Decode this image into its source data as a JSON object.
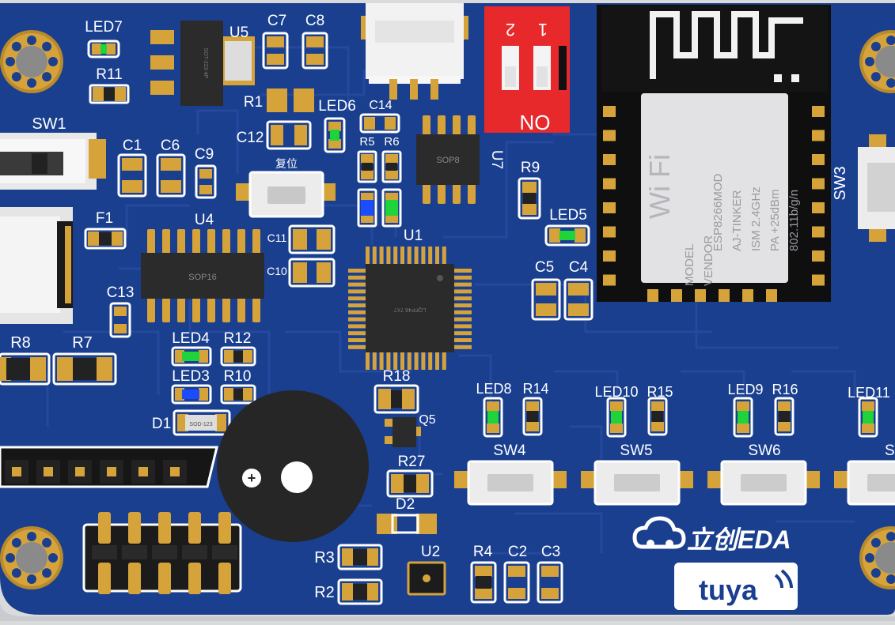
{
  "colors": {
    "board": "#1a3f8f",
    "board_dark": "#15337a",
    "trace": "#24499d",
    "silk": "#ffffff",
    "pad": "#d6a33a",
    "chip": "#2b2b2b",
    "dip_switch": "#e8292c",
    "led_green": "#1fd43b",
    "led_blue": "#1b4dff"
  },
  "labels": {
    "led7": "LED7",
    "u5": "U5",
    "c7": "C7",
    "c8": "C8",
    "r11": "R11",
    "r1": "R1",
    "led6": "LED6",
    "c14": "C14",
    "c12": "C12",
    "sw1": "SW1",
    "c1": "C1",
    "c6": "C6",
    "c9": "C9",
    "reset": "复位",
    "r5": "R5",
    "r6": "R6",
    "u7": "U7",
    "r9": "R9",
    "led5": "LED5",
    "sw3": "SW3",
    "f1": "F1",
    "u4": "U4",
    "c11": "C11",
    "c10": "C10",
    "u1": "U1",
    "c5": "C5",
    "c4": "C4",
    "c13": "C13",
    "r8": "R8",
    "r7": "R7",
    "led4": "LED4",
    "r12": "R12",
    "led3": "LED3",
    "r10": "R10",
    "d1": "D1",
    "r18": "R18",
    "q5": "Q5",
    "r27": "R27",
    "d2": "D2",
    "r3": "R3",
    "r2": "R2",
    "u2": "U2",
    "r4": "R4",
    "c2": "C2",
    "c3": "C3",
    "led8": "LED8",
    "r14": "R14",
    "led10": "LED10",
    "r15": "R15",
    "led9": "LED9",
    "r16": "R16",
    "led11": "LED11",
    "sw4": "SW4",
    "sw5": "SW5",
    "sw6": "SW6",
    "sw7_partial": "SW"
  },
  "chip_marks": {
    "sop8": "SOP8",
    "sop16": "SOP16",
    "u5_mark": "SOT-223-4P",
    "mcu_mark": "LQFP48 7X7",
    "d1_mark": "SOD-123"
  },
  "dip_switch": {
    "num_2": "2",
    "num_1": "1",
    "on_text": "ON"
  },
  "wifi_module": {
    "logo": "Wi Fi",
    "spec_lines": [
      "ESP8266MOD",
      "AJ-TINKER",
      "ISM   2.4GHz",
      "PA   +25dBm",
      "802.11b/g/n"
    ],
    "model_lines": [
      "MODEL",
      "VENDOR"
    ]
  },
  "brands": {
    "lceda": "立创EDA",
    "tuya": "tuya"
  }
}
